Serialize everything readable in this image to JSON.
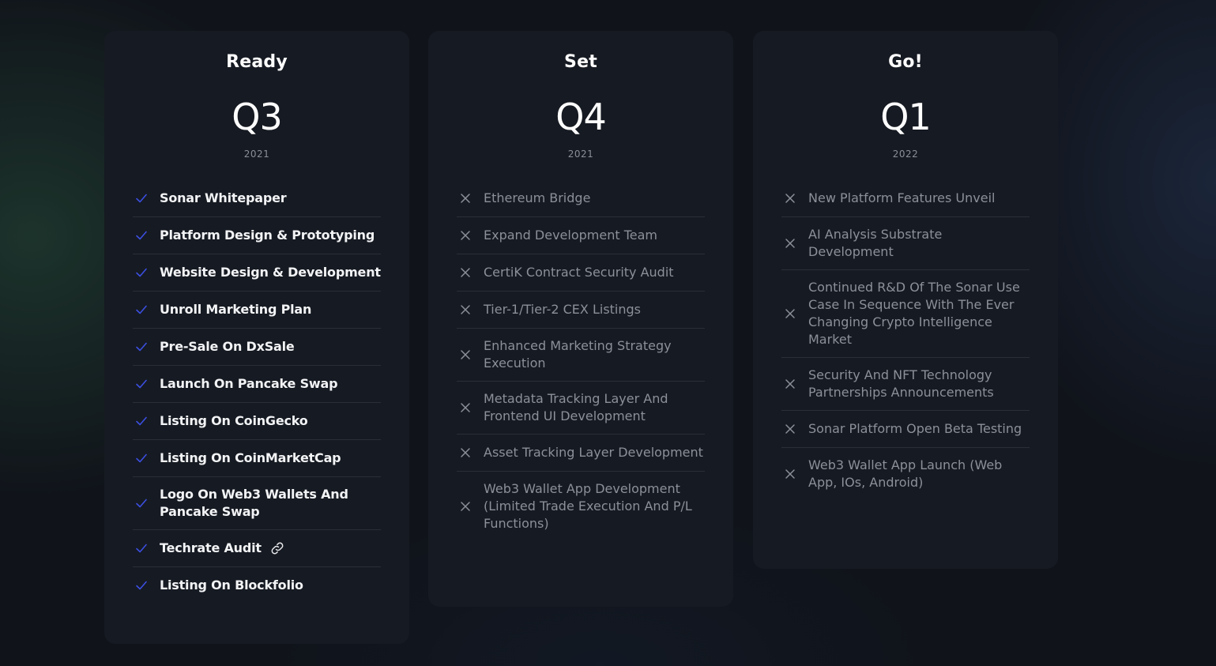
{
  "columns": [
    {
      "phase": "Ready",
      "quarter": "Q3",
      "year": "2021",
      "items": [
        {
          "label": "Sonar Whitepaper",
          "status": "done",
          "icon": "check-icon"
        },
        {
          "label": "Platform Design & Prototyping",
          "status": "done",
          "icon": "check-icon"
        },
        {
          "label": "Website Design & Development",
          "status": "done",
          "icon": "check-icon"
        },
        {
          "label": "Unroll Marketing Plan",
          "status": "done",
          "icon": "check-icon"
        },
        {
          "label": "Pre-Sale On DxSale",
          "status": "done",
          "icon": "check-icon"
        },
        {
          "label": "Launch On Pancake Swap",
          "status": "done",
          "icon": "check-icon"
        },
        {
          "label": "Listing On CoinGecko",
          "status": "done",
          "icon": "check-icon"
        },
        {
          "label": "Listing On CoinMarketCap",
          "status": "done",
          "icon": "check-icon"
        },
        {
          "label": "Logo On Web3 Wallets And Pancake Swap",
          "status": "done",
          "icon": "check-icon"
        },
        {
          "label": "Techrate Audit",
          "status": "done",
          "icon": "check-icon",
          "link_icon": "link-icon"
        },
        {
          "label": "Listing On Blockfolio",
          "status": "done",
          "icon": "check-icon"
        }
      ]
    },
    {
      "phase": "Set",
      "quarter": "Q4",
      "year": "2021",
      "items": [
        {
          "label": "Ethereum Bridge",
          "status": "pending",
          "icon": "cross-icon"
        },
        {
          "label": "Expand Development Team",
          "status": "pending",
          "icon": "cross-icon"
        },
        {
          "label": "CertiK Contract Security Audit",
          "status": "pending",
          "icon": "cross-icon"
        },
        {
          "label": "Tier-1/Tier-2 CEX Listings",
          "status": "pending",
          "icon": "cross-icon"
        },
        {
          "label": "Enhanced Marketing Strategy Execution",
          "status": "pending",
          "icon": "cross-icon"
        },
        {
          "label": "Metadata Tracking Layer And Frontend UI Development",
          "status": "pending",
          "icon": "cross-icon"
        },
        {
          "label": "Asset Tracking Layer Development",
          "status": "pending",
          "icon": "cross-icon"
        },
        {
          "label": "Web3 Wallet App Development (Limited Trade Execution And P/L Functions)",
          "status": "pending",
          "icon": "cross-icon"
        }
      ]
    },
    {
      "phase": "Go!",
      "quarter": "Q1",
      "year": "2022",
      "items": [
        {
          "label": "New Platform Features Unveil",
          "status": "pending",
          "icon": "cross-icon"
        },
        {
          "label": "AI Analysis Substrate Development",
          "status": "pending",
          "icon": "cross-icon"
        },
        {
          "label": "Continued R&D Of The Sonar Use Case In Sequence With The Ever Changing Crypto Intelligence Market",
          "status": "pending",
          "icon": "cross-icon"
        },
        {
          "label": "Security And NFT Technology Partnerships Announcements",
          "status": "pending",
          "icon": "cross-icon"
        },
        {
          "label": "Sonar Platform Open Beta Testing",
          "status": "pending",
          "icon": "cross-icon"
        },
        {
          "label": "Web3 Wallet App Launch (Web App, IOs, Android)",
          "status": "pending",
          "icon": "cross-icon"
        }
      ]
    }
  ],
  "colors": {
    "check": "#3b4fe0",
    "cross": "#8b9099",
    "card": "#161a22",
    "divider": "#2a2e37"
  }
}
